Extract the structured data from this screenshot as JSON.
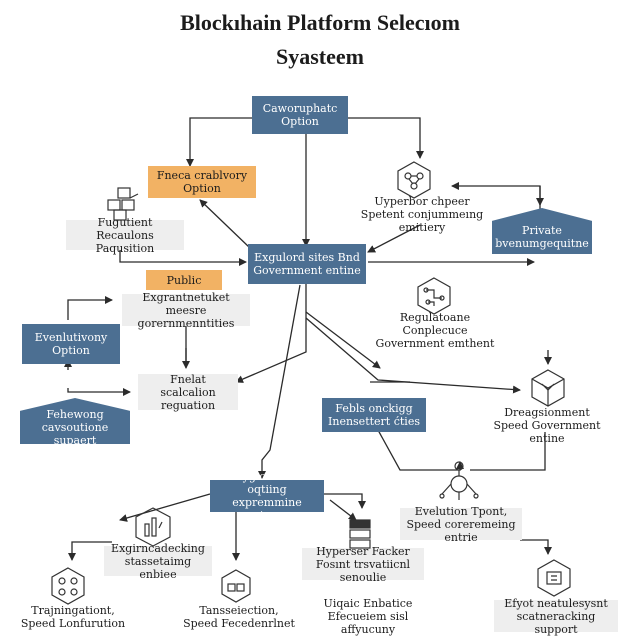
{
  "title_line1": "Blockıhain Platform Selecıom",
  "title_line2": "Syasteem",
  "nodes": {
    "top_option": "Caworuphatc Option",
    "fiscal_option": "Fneca crablvory Option",
    "requisition": "Fugutient Recaulons Paqusition",
    "uyper_spetert": "Uyperbor chpeer Spetent conjummeıng emitiery",
    "private": "Private bvenumgequitne",
    "central": "Exgulord sites Bnd Government entine",
    "public_label": "Public",
    "exgrantnetuket": "Exgrantnetuket meesre gorernmenntities",
    "evolutionary": "Evenlutivony Option",
    "regulatione": "Regulatoane Conplecuce Government emthent",
    "fnelat": "Fnelat scalcalion reguation",
    "fehewong": "Fehewong cavsoutione supaert",
    "febls": "Febls onckigg Inensettert ćties",
    "dreagsionment": "Dreagsionment Speed Government entine",
    "hyglochtion": "Hyglochtion oqtiing expremmine natcres",
    "evelution": "Evelution Tpont, Speed coreremeing entrie",
    "exgirnca": "Exgirncadecking stassetaimg enbiee",
    "hyperser": "Hyperser Facker Fosınt trsvatiicnl senoulie",
    "trajningation": "Trajningationt, Speed Lonfurution",
    "tansseiection": "Tansseiection, Speed Fecedenrlnet",
    "uiqaic": "Uiqaic Enbatice Efecueiem sisl affyucuny",
    "efyot": "Efyot neatulesysnt scatneracking support"
  },
  "colors": {
    "blue": "#4c6f92",
    "orange": "#f2b264",
    "grey": "#eeeeee",
    "line": "#2b2b2b"
  },
  "icons": [
    "cubes-icon",
    "hexagon-network-icon",
    "hexagon-circuit-icon",
    "cube-arrows-icon",
    "node-network-icon",
    "hexagon-bars-icon",
    "server-stack-icon",
    "hexagon-nodes-icon",
    "cube-stack-icon",
    "hexagon-coin-icon"
  ]
}
